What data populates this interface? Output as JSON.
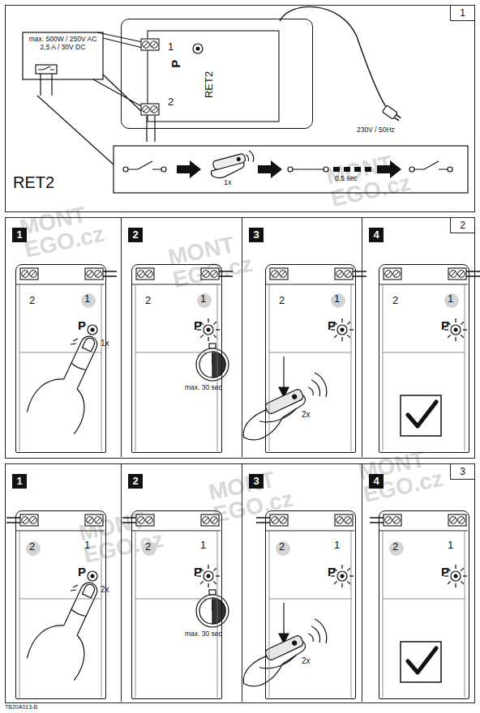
{
  "diagram": {
    "nodes": [
      {
        "text": [
          "1"
        ]
      },
      {
        "text": [
          "1",
          "P",
          "RET2",
          "2"
        ],
        "in": 0
      },
      {
        "text": [
          "2"
        ]
      },
      {
        "text": [
          "1"
        ],
        "in": 2
      },
      {
        "text": [
          "2",
          "1",
          "P"
        ],
        "in": 3
      },
      {
        "text": [
          "2"
        ],
        "in": 2
      },
      {
        "text": [
          "2",
          "1",
          "P"
        ],
        "in": 5
      },
      {
        "text": [
          "3"
        ],
        "in": 2
      },
      {
        "text": [
          "2",
          "1",
          "P"
        ],
        "in": 7
      },
      {
        "text": [
          "4"
        ],
        "in": 2
      },
      {
        "text": [
          "2",
          "1",
          "P"
        ],
        "in": 9
      },
      {
        "text": [
          "3"
        ]
      },
      {
        "text": [
          "1"
        ],
        "in": 11
      },
      {
        "text": [
          "2",
          "1",
          "P"
        ],
        "in": 12
      },
      {
        "text": [
          "2"
        ],
        "in": 11
      },
      {
        "text": [
          "2",
          "1",
          "P"
        ],
        "in": 14
      },
      {
        "text": [
          "3"
        ],
        "in": 11
      },
      {
        "text": [
          "2",
          "1",
          "P"
        ],
        "in": 16
      },
      {
        "text": [
          "4"
        ],
        "in": 11
      },
      {
        "text": [
          "2",
          "1",
          "P"
        ],
        "in": 18
      }
    ],
    "labels": [
      "max. 500W / 250V AC 2,5 A / 30V DC",
      "230V / 50Hz",
      "1x",
      "0,5 sec",
      "RET2",
      "1x",
      "max. 30 sec",
      "2x",
      "2x",
      "max. 30 sec",
      "2x",
      "TB20A013-B",
      "MONT EGO.cz",
      "MONT EGO.cz",
      "MONT EGO.cz",
      "MONT EGO.cz",
      "MONT EGO.cz",
      "MONT EGO.cz"
    ]
  }
}
